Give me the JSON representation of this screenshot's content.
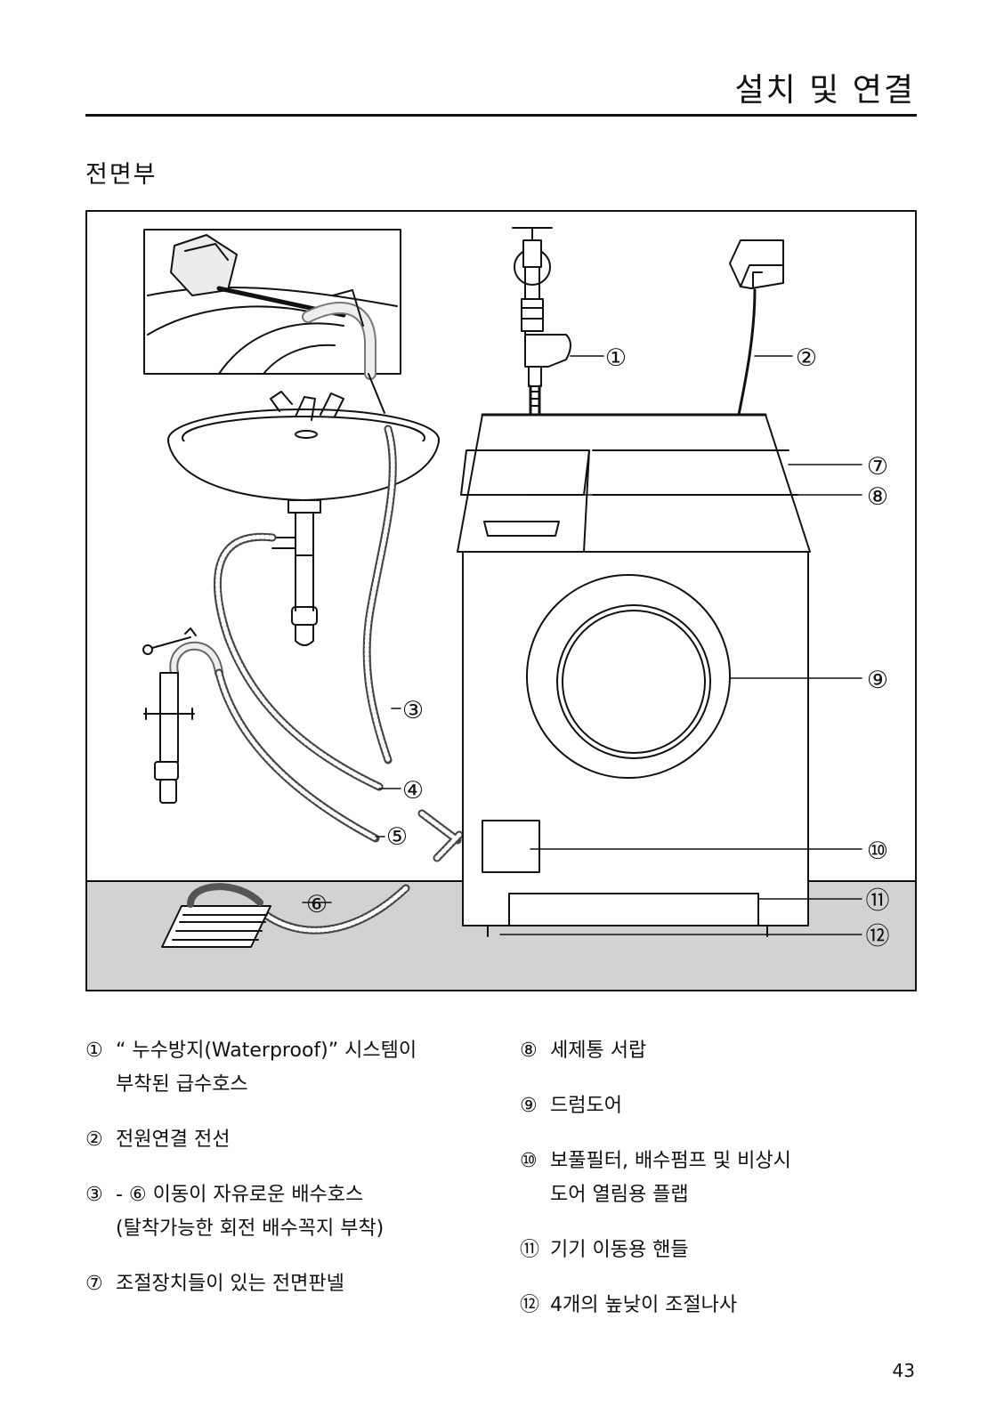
{
  "header": {
    "title": "설치 및 연결"
  },
  "section": {
    "title": "전면부"
  },
  "figure": {
    "callouts": [
      "①",
      "②",
      "③",
      "④",
      "⑤",
      "⑥",
      "⑦",
      "⑧",
      "⑨",
      "⑩",
      "⑪",
      "⑫"
    ]
  },
  "legend": {
    "left": [
      {
        "num": "①",
        "lines": [
          "“ 누수방지(Waterproof)” 시스템이",
          "부착된 급수호스"
        ]
      },
      {
        "num": "②",
        "lines": [
          "전원연결 전선"
        ]
      },
      {
        "num": "③",
        "lines": [
          "- ⑥ 이동이 자유로운 배수호스",
          "(탈착가능한 회전 배수꼭지 부착)"
        ]
      },
      {
        "num": "⑦",
        "lines": [
          "조절장치들이 있는 전면판넬"
        ]
      }
    ],
    "right": [
      {
        "num": "⑧",
        "lines": [
          "세제통 서랍"
        ]
      },
      {
        "num": "⑨",
        "lines": [
          "드럼도어"
        ]
      },
      {
        "num": "⑩",
        "lines": [
          "보풀필터, 배수펌프 및 비상시",
          "도어 열림용 플랩"
        ]
      },
      {
        "num": "⑪",
        "lines": [
          "기기 이동용 핸들"
        ]
      },
      {
        "num": "⑫",
        "lines": [
          "4개의 높낮이 조절나사"
        ]
      }
    ]
  },
  "page": {
    "number": "43"
  }
}
